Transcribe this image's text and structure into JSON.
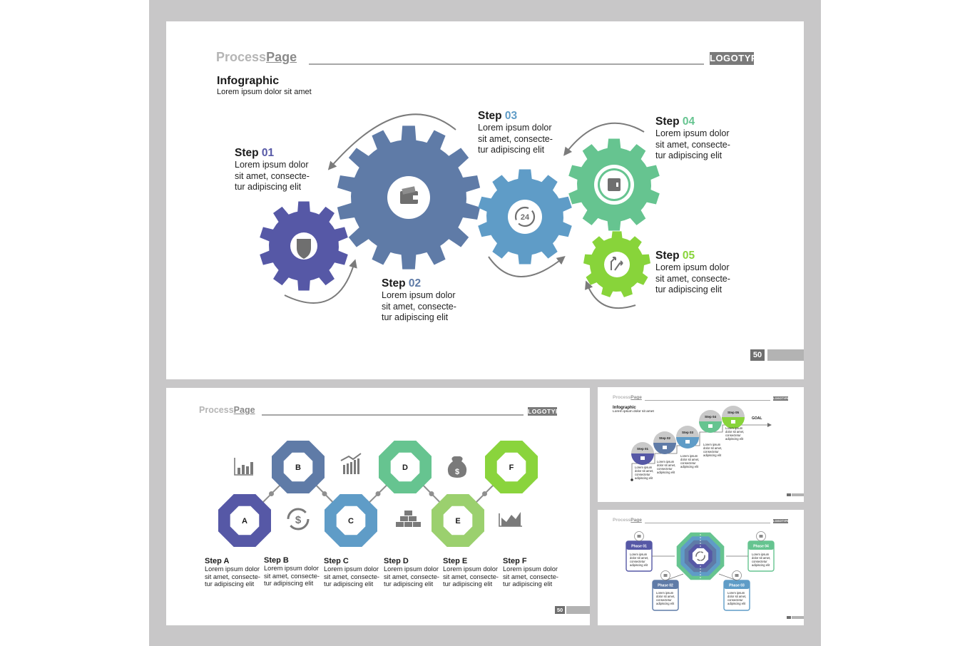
{
  "colors": {
    "gear1": "#5658a6",
    "gear2": "#5f7ba7",
    "gear3": "#5f9cc7",
    "gear4": "#66c490",
    "gear5": "#88d43a",
    "stepA": "#5658a6",
    "stepB": "#5f7ba7",
    "stepC": "#5f9cc7",
    "stepD": "#66c490",
    "stepE": "#9bd06e",
    "stepF": "#8ad43c",
    "num01": "#5658a6",
    "num02": "#5f7ba7",
    "num03": "#5f9cc7",
    "num04": "#66c490",
    "num05": "#88d43a"
  },
  "slide1": {
    "header": {
      "process": "Process",
      "page": "Page",
      "logo": "LOGOTYPE"
    },
    "title": "Infographic",
    "subtitle": "Lorem ipsum dolor sit amet",
    "steps": [
      {
        "label": "Step",
        "num": "01",
        "text": "Lorem ipsum dolor\nsit amet, consecte-\ntur adipiscing elit",
        "icon": "shield-icon"
      },
      {
        "label": "Step",
        "num": "02",
        "text": "Lorem ipsum dolor\nsit amet, consecte-\ntur adipiscing elit",
        "icon": "wallet-icon"
      },
      {
        "label": "Step",
        "num": "03",
        "text": "Lorem ipsum dolor\nsit amet, consecte-\ntur adipiscing elit",
        "icon": "24-hours-icon"
      },
      {
        "label": "Step",
        "num": "04",
        "text": "Lorem ipsum dolor\nsit amet, consecte-\ntur adipiscing elit",
        "icon": "safe-icon"
      },
      {
        "label": "Step",
        "num": "05",
        "text": "Lorem ipsum dolor\nsit amet, consecte-\ntur adipiscing elit",
        "icon": "split-arrows-icon"
      }
    ],
    "icon_24": "24",
    "page_number": "50"
  },
  "slide2": {
    "header": {
      "process": "Process",
      "page": "Page",
      "logo": "LOGOTYPE"
    },
    "octagons": [
      "A",
      "B",
      "C",
      "D",
      "E",
      "F"
    ],
    "icons": [
      "bar-chart-icon",
      "dollar-cycle-icon",
      "growth-chart-icon",
      "gold-bars-icon",
      "money-bag-icon",
      "area-chart-icon"
    ],
    "steps": [
      {
        "title": "Step A",
        "text": "Lorem ipsum dolor\nsit amet, consecte-\ntur adipiscing elit"
      },
      {
        "title": "Step B",
        "text": "Lorem ipsum dolor\nsit amet, consecte-\ntur adipiscing elit"
      },
      {
        "title": "Step C",
        "text": "Lorem ipsum dolor\nsit amet, consecte-\ntur adipiscing elit"
      },
      {
        "title": "Step D",
        "text": "Lorem ipsum dolor\nsit amet, consecte-\ntur adipiscing elit"
      },
      {
        "title": "Step E",
        "text": "Lorem ipsum dolor\nsit amet, consecte-\ntur adipiscing elit"
      },
      {
        "title": "Step F",
        "text": "Lorem ipsum dolor\nsit amet, consecte-\ntur adipiscing elit"
      }
    ],
    "page_number": "50"
  },
  "slide3": {
    "header": {
      "process": "Process",
      "page": "Page",
      "logo": "LOGOTYPE"
    },
    "title": "Infographic",
    "subtitle": "Lorem ipsum dolor sit amet",
    "steps": [
      "Step 01",
      "Step 02",
      "Step 03",
      "Step 04",
      "Step 05"
    ],
    "goal": "GOAL",
    "text": "Lorem ipsum\ndolor sit amet,\nconsectetur\nadipiscing elit"
  },
  "slide4": {
    "header": {
      "process": "Process",
      "page": "Page",
      "logo": "LOGOTYPE"
    },
    "phases": [
      "Phase 01",
      "Phase 02",
      "Phase 03",
      "Phase 04"
    ],
    "text": "Lorem ipsum\ndolor sit amet,\nconsectetur\nadipiscing elit"
  }
}
